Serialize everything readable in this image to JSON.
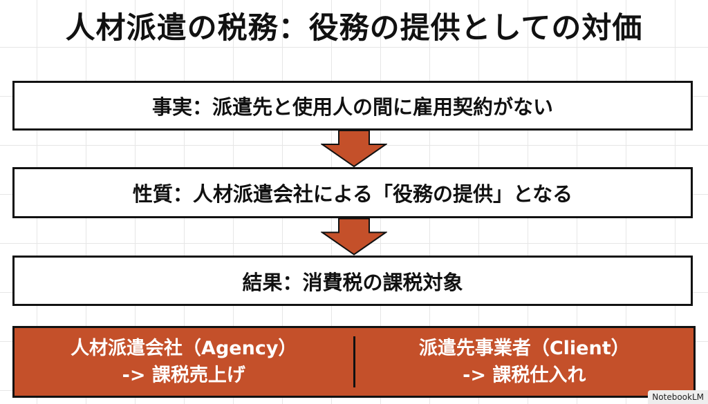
{
  "title": "人材派遣の税務：役務の提供としての対価",
  "steps": [
    "事実：派遣先と使用人の間に雇用契約がない",
    "性質：人材派遣会社による「役務の提供」となる",
    "結果：消費税の課税対象"
  ],
  "summary": {
    "left": {
      "line1": "人材派遣会社（Agency）",
      "line2": "-> 課税売上げ"
    },
    "right": {
      "line1": "派遣先事業者（Client）",
      "line2": "-> 課税仕入れ"
    }
  },
  "watermark": "NotebookLM",
  "colors": {
    "accent": "#c4502a"
  }
}
